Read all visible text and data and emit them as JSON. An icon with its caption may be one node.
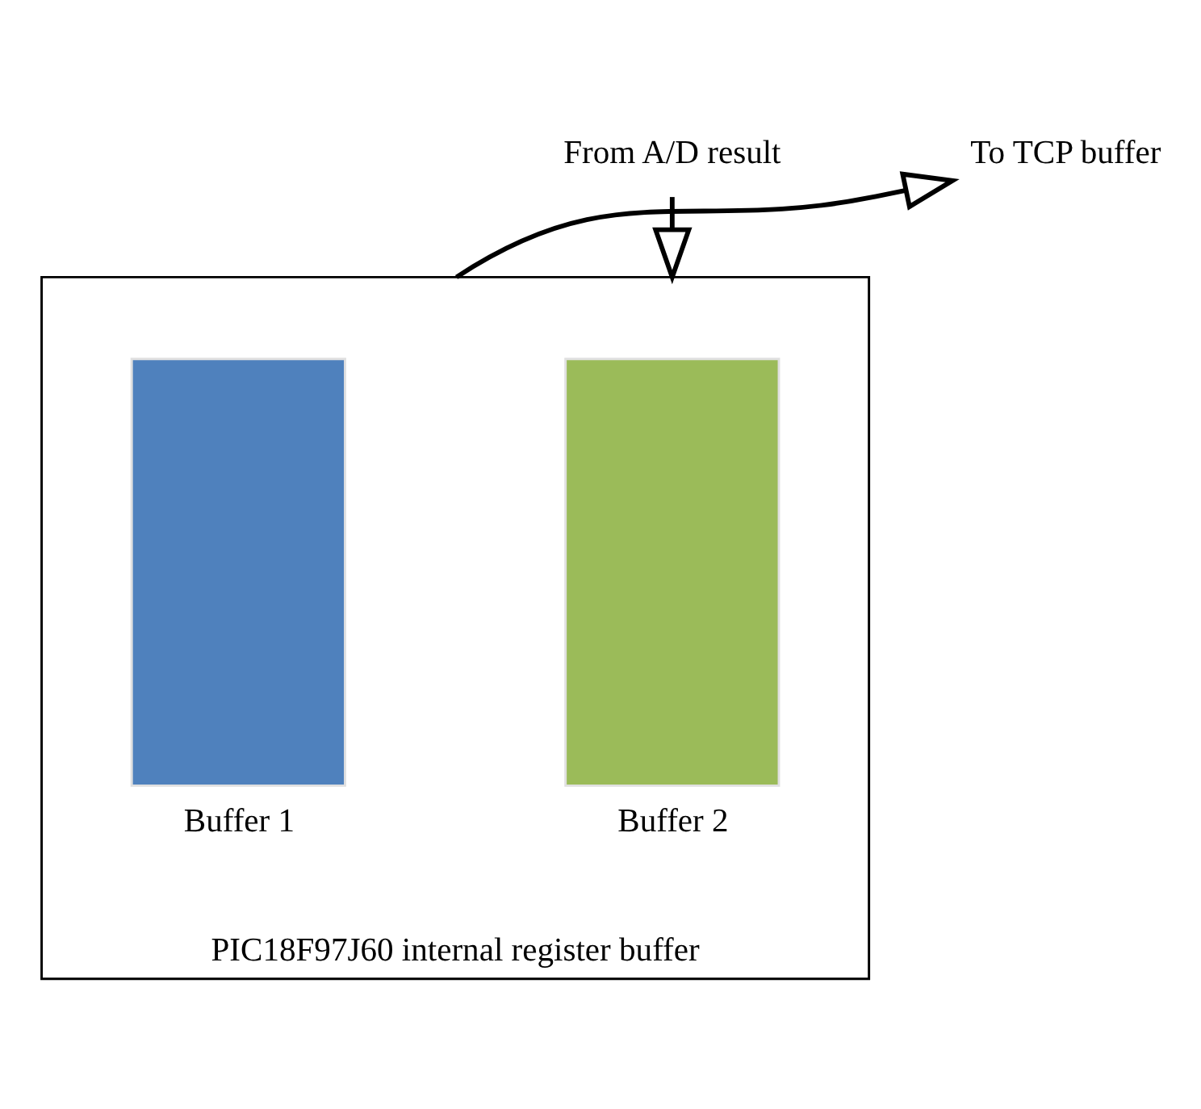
{
  "diagram": {
    "nodes": [
      {
        "text": [
          "From A/D result"
        ]
      },
      {
        "text": [
          "PIC18F97J60 internal register buffer"
        ]
      },
      {
        "text": [
          "Buffer 2"
        ],
        "in": 1
      },
      {
        "text": [
          "Buffer 1"
        ],
        "in": 1
      },
      {
        "text": [
          "To TCP buffer"
        ]
      }
    ],
    "edges": [
      {
        "from": 0,
        "to": 1,
        "arrow": "to"
      },
      {
        "from": 1,
        "to": 4,
        "arrow": "to"
      }
    ]
  }
}
